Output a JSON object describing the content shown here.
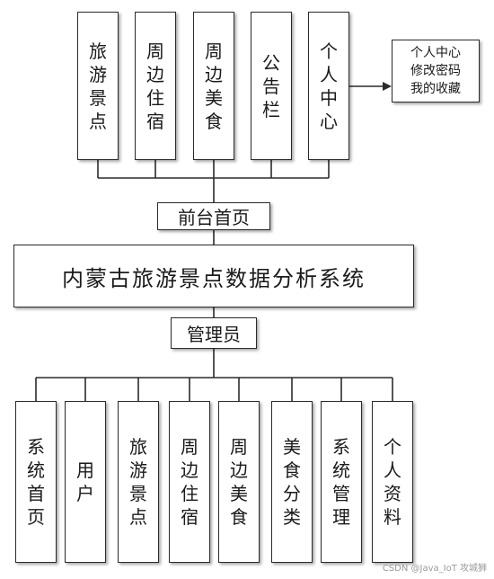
{
  "diagram": {
    "main_title": "内蒙古旅游景点数据分析系统",
    "frontend_label": "前台首页",
    "admin_label": "管理员",
    "frontend_modules": [
      {
        "key": "travel",
        "label": "旅游景点"
      },
      {
        "key": "hotel",
        "label": "周边住宿"
      },
      {
        "key": "food",
        "label": "周边美食"
      },
      {
        "key": "notice",
        "label": "公告栏"
      },
      {
        "key": "personal",
        "label": "个人中心"
      }
    ],
    "personal_center_items": [
      "个人中心",
      "修改密码",
      "我的收藏"
    ],
    "admin_modules": [
      {
        "key": "sys-home",
        "label": "系统首页"
      },
      {
        "key": "user",
        "label": "用户"
      },
      {
        "key": "travel",
        "label": "旅游景点"
      },
      {
        "key": "hotel",
        "label": "周边住宿"
      },
      {
        "key": "food",
        "label": "周边美食"
      },
      {
        "key": "food-cat",
        "label": "美食分类"
      },
      {
        "key": "sys-manage",
        "label": "系统管理"
      },
      {
        "key": "profile",
        "label": "个人资料"
      }
    ]
  },
  "watermark": "CSDN @Java_IoT 攻城狮"
}
